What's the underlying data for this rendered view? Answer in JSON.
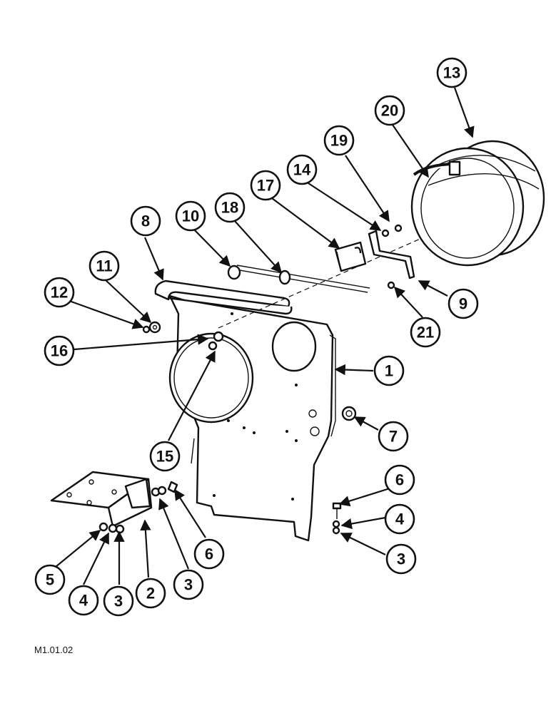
{
  "drawing_code": "M1.01.02",
  "callouts": [
    {
      "label": "1"
    },
    {
      "label": "2"
    },
    {
      "label": "3"
    },
    {
      "label": "3"
    },
    {
      "label": "3"
    },
    {
      "label": "4"
    },
    {
      "label": "4"
    },
    {
      "label": "5"
    },
    {
      "label": "6"
    },
    {
      "label": "6"
    },
    {
      "label": "7"
    },
    {
      "label": "8"
    },
    {
      "label": "9"
    },
    {
      "label": "10"
    },
    {
      "label": "11"
    },
    {
      "label": "12"
    },
    {
      "label": "13"
    },
    {
      "label": "14"
    },
    {
      "label": "15"
    },
    {
      "label": "16"
    },
    {
      "label": "17"
    },
    {
      "label": "18"
    },
    {
      "label": "19"
    },
    {
      "label": "20"
    },
    {
      "label": "21"
    }
  ]
}
